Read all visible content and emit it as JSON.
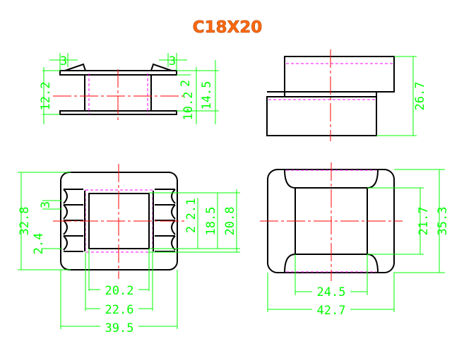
{
  "title": "C18X20",
  "side_view": {
    "left_tab": "3",
    "right_tab": "3",
    "height_left": "12.2",
    "tab_gap": "2",
    "core_height": "10.2",
    "overall_height": "14.5"
  },
  "end_view": {
    "height": "26.7"
  },
  "front_view": {
    "overall_height": "32.8",
    "pitch_top": "3",
    "pitch_bottom": "2.4",
    "right_pitch_1": "2.1",
    "right_pitch_2": "2",
    "inner_height": "18.5",
    "flange_height": "20.8",
    "window_width": "20.2",
    "flange_width": "22.6",
    "overall_width": "39.5"
  },
  "top_view": {
    "window_height": "21.7",
    "overall_height": "35.3",
    "window_width": "24.5",
    "overall_width": "42.7"
  }
}
